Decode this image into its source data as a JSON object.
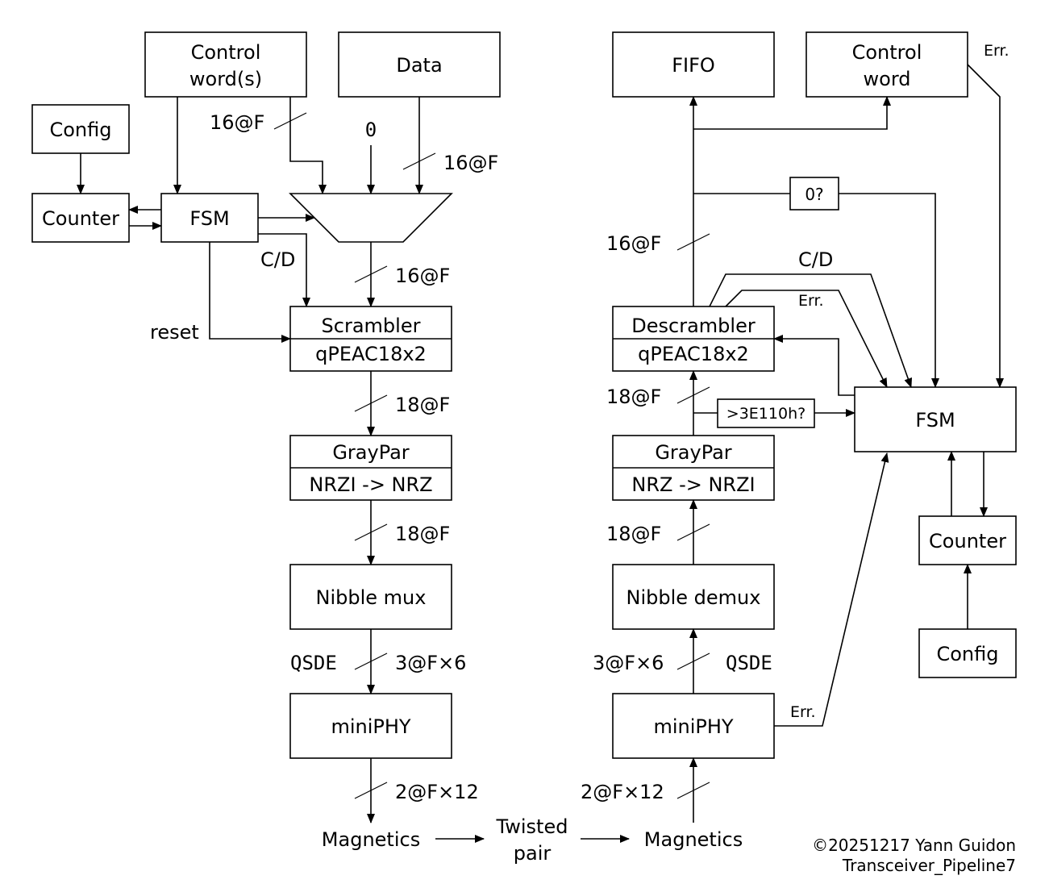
{
  "tx_side": {
    "control_words": [
      "Control",
      "word(s)"
    ],
    "data": "Data",
    "config": "Config",
    "counter": "Counter",
    "fsm": "FSM",
    "zero_input": "0",
    "scrambler": [
      "Scrambler",
      "qPEAC18x2"
    ],
    "graypar": [
      "GrayPar",
      "NRZI -> NRZ"
    ],
    "nibble_mux": "Nibble mux",
    "miniphy": "miniPHY",
    "magnetics": "Magnetics",
    "labels": {
      "ctrl_width": "16@F",
      "data_width": "16@F",
      "cd": "C/D",
      "reset": "reset",
      "mux_out_width": "16@F",
      "scr_out_width": "18@F",
      "gp_out_width": "18@F",
      "qsde": "QSDE",
      "nm_out_width": "3@F×6",
      "phy_out_width": "2@F×12"
    }
  },
  "link": {
    "twisted_pair": [
      "Twisted",
      "pair"
    ]
  },
  "rx_side": {
    "fifo": "FIFO",
    "control_word": [
      "Control",
      "word"
    ],
    "zero_check": "0?",
    "descrambler": [
      "Descrambler",
      "qPEAC18x2"
    ],
    "threshold_check": ">3E110h?",
    "fsm": "FSM",
    "graypar": [
      "GrayPar",
      "NRZ -> NRZI"
    ],
    "nibble_demux": "Nibble demux",
    "miniphy": "miniPHY",
    "magnetics": "Magnetics",
    "counter": "Counter",
    "config": "Config",
    "labels": {
      "err_ctrl": "Err.",
      "desc_out_width": "16@F",
      "cd": "C/D",
      "err_desc": "Err.",
      "gp_out_width": "18@F",
      "nd_out_width": "18@F",
      "phy_out_width": "3@F×6",
      "qsde": "QSDE",
      "err_phy": "Err.",
      "mag_out_width": "2@F×12"
    }
  },
  "credits": [
    "©20251217 Yann Guidon",
    "Transceiver_Pipeline7"
  ]
}
